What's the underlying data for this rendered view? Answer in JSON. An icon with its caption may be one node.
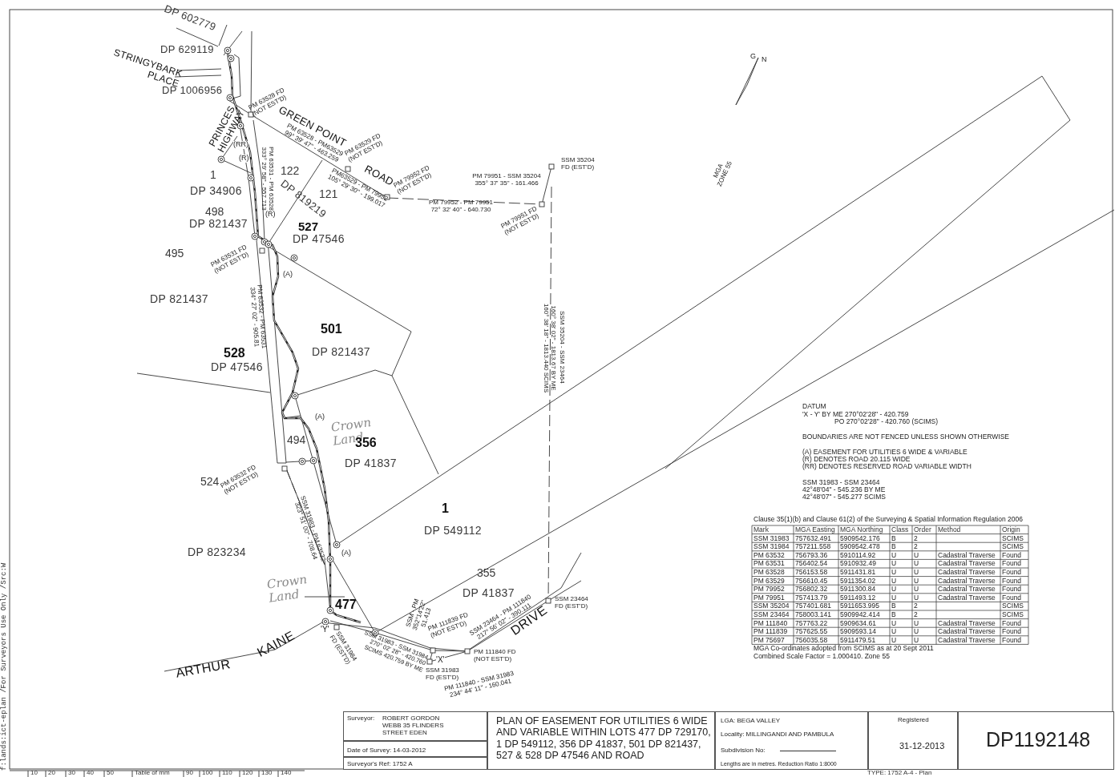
{
  "diagram": {
    "nodes": [
      {
        "text": [
          "Surveyor:",
          "ROBERT GORDON WEBB 35 FLINDERS STREET EDEN"
        ]
      },
      {
        "text": [
          "Date of Survey:  14-03-2012"
        ]
      },
      {
        "text": [
          "Surveyor's Ref:  1752 A"
        ]
      },
      {
        "text": [
          "PLAN OF EASEMENT FOR UTILITIES 6 WIDE AND VARIABLE WITHIN LOTS 477 DP 729170, 1 DP 549112, 356 DP 41837, 501 DP 821437, 527 & 528 DP 47546 AND ROAD"
        ]
      },
      {
        "text": [
          "LGA: BEGA VALLEY",
          "Locality: MILLINGANDI AND PAMBULA",
          "Subdivision No:",
          "Lengths are in metres.  Reduction Ratio 1:8000"
        ]
      },
      {
        "text": [
          "Registered",
          "31-12-2013"
        ]
      },
      {
        "text": [
          "DP1192148"
        ]
      }
    ],
    "labels": [
      "DP 602779",
      "DP 629119",
      "STRINGYBARK PLACE",
      "DP 1006956",
      "PRINCES HIGHWAY",
      "PM 63528 FD (NOT EST'D)",
      "GREEN POINT",
      "PM 63528 - PM63529 99° 39' 47\" - 463.259",
      "PM 63529 FD (NOT EST'D)",
      "ROAD",
      "(RR)",
      "PM 63531 - PM 63528 333° 29' 58\" - 557.713",
      "(R)",
      "1",
      "122",
      "PM63529 - PM 79952 105° 29' 30\" - 199.017",
      "PM 79952 FD (NOT EST'D)",
      "SSM 35204 FD (EST'D)",
      "PM 79951 - SSM 35204 355° 37' 35\" - 161.466",
      "DP 34906",
      "DP 819219",
      "121",
      "PM 79952 - PM 79951 72° 32' 40\" - 640.730",
      "498",
      "(R)",
      "DP 821437",
      "PM 79951 FD (NOT EST'D)",
      "527",
      "DP 47546",
      "495",
      "PM 63531 FD (NOT EST'D)",
      "(A)",
      "PM 63532 - PM 63531 334° 27' 02\" - 905.81",
      "160° 38' 02\" - 1813.67 BY ME 160° 38' 18\" - 1813.440 SCIMS",
      "SSM 35204 - SSM 23464",
      "DP 821437",
      "501",
      "528",
      "DP 821437",
      "DP 47546",
      "(A)",
      "Crown Land",
      "494",
      "356",
      "DP 41837",
      "524",
      "PM 63532 FD (NOT EST'D)",
      "SSM 31983 - PM 63532 323° 51' 00\" - 708.64",
      "1",
      "DP 549112",
      "DP 823234",
      "(A)",
      "355",
      "Crown Land",
      "DP 41837",
      "477",
      "SSM 23464 FD (EST'D)",
      "SSM - PM 352°14'22\" 51.413",
      "DRIVE",
      "SSM 23464 - PM 111840 217° 56' 02\" - 390.111",
      "PM 111839 FD (NOT EST'D)",
      "'Y'",
      "SSM 31984 FD (EST'D)",
      "SSM 31983 - SSM 31984 270° 02' 28\" - 420.760 SCIMS 420.759 BY ME",
      "KAINE",
      "PM 111840 FD (NOT EST'D)",
      "'X'",
      "ARTHUR",
      "SSM 31983 FD (EST'D)",
      "PM 111840 - SSM 31983 234° 44' 11\" - 160.041",
      "G",
      "N",
      "MGA ZONE 55",
      "DATUM",
      "'X - Y' BY ME 270°02'28\" - 420.759",
      "PO 270°02'28\" - 420.760 (SCIMS)",
      "BOUNDARIES ARE NOT FENCED UNLESS SHOWN OTHERWISE",
      "(A) EASEMENT FOR UTILITIES 6 WIDE & VARIABLE",
      "(R) DENOTES ROAD 20.115 WIDE",
      "(RR) DENOTES RESERVED ROAD VARIABLE WIDTH",
      "SSM 31983 - SSM 23464",
      "42°48'04\" - 545.236 BY ME",
      "42°48'07\" - 545.277 SCIMS",
      "Clause 35(1)(b) and Clause 61(2) of the Surveying & Spatial Information Regulation 2006",
      "Mark",
      "MGA Easting",
      "MGA Northing",
      "Class",
      "Order",
      "Method",
      "Origin",
      "SSM 31983",
      "757632.491",
      "5909542.176",
      "B",
      "2",
      "SCIMS",
      "SSM 31984",
      "757211.558",
      "5909542.478",
      "B",
      "2",
      "SCIMS",
      "PM 63532",
      "756793.36",
      "5910114.92",
      "U",
      "U",
      "Cadastral Traverse",
      "Found",
      "PM 63531",
      "756402.54",
      "5910932.49",
      "U",
      "U",
      "Cadastral Traverse",
      "Found",
      "PM 63528",
      "756153.58",
      "5911431.81",
      "U",
      "U",
      "Cadastral Traverse",
      "Found",
      "PM 63529",
      "756610.45",
      "5911354.02",
      "U",
      "U",
      "Cadastral Traverse",
      "Found",
      "PM 79952",
      "756802.32",
      "5911300.84",
      "U",
      "U",
      "Cadastral Traverse",
      "Found",
      "PM 79951",
      "757413.79",
      "5911493.12",
      "U",
      "U",
      "Cadastral Traverse",
      "Found",
      "SSM 35204",
      "757401.681",
      "5911653.995",
      "B",
      "2",
      "SCIMS",
      "SSM 23464",
      "758003.141",
      "5909942.414",
      "B",
      "2",
      "SCIMS",
      "PM 111840",
      "757763.22",
      "5909634.61",
      "U",
      "U",
      "Cadastral Traverse",
      "Found",
      "PM 111839",
      "757625.55",
      "5909593.14",
      "U",
      "U",
      "Cadastral Traverse",
      "Found",
      "PM 75697",
      "756035.58",
      "5911479.51",
      "U",
      "U",
      "Cadastral Traverse",
      "Found",
      "MGA Co-ordinates adopted from SCIMS as at 20 Sept 2011",
      "Combined Scale Factor = 1.000410. Zone 55",
      "10",
      "20",
      "30",
      "40",
      "50",
      "Table of mm",
      "90",
      "100",
      "110",
      "120",
      "130",
      "140",
      "TYPE: 1752 A-4 - Plan",
      "f:lands:ict-eplan /For Surveyors Use Only /Src:W"
    ]
  }
}
